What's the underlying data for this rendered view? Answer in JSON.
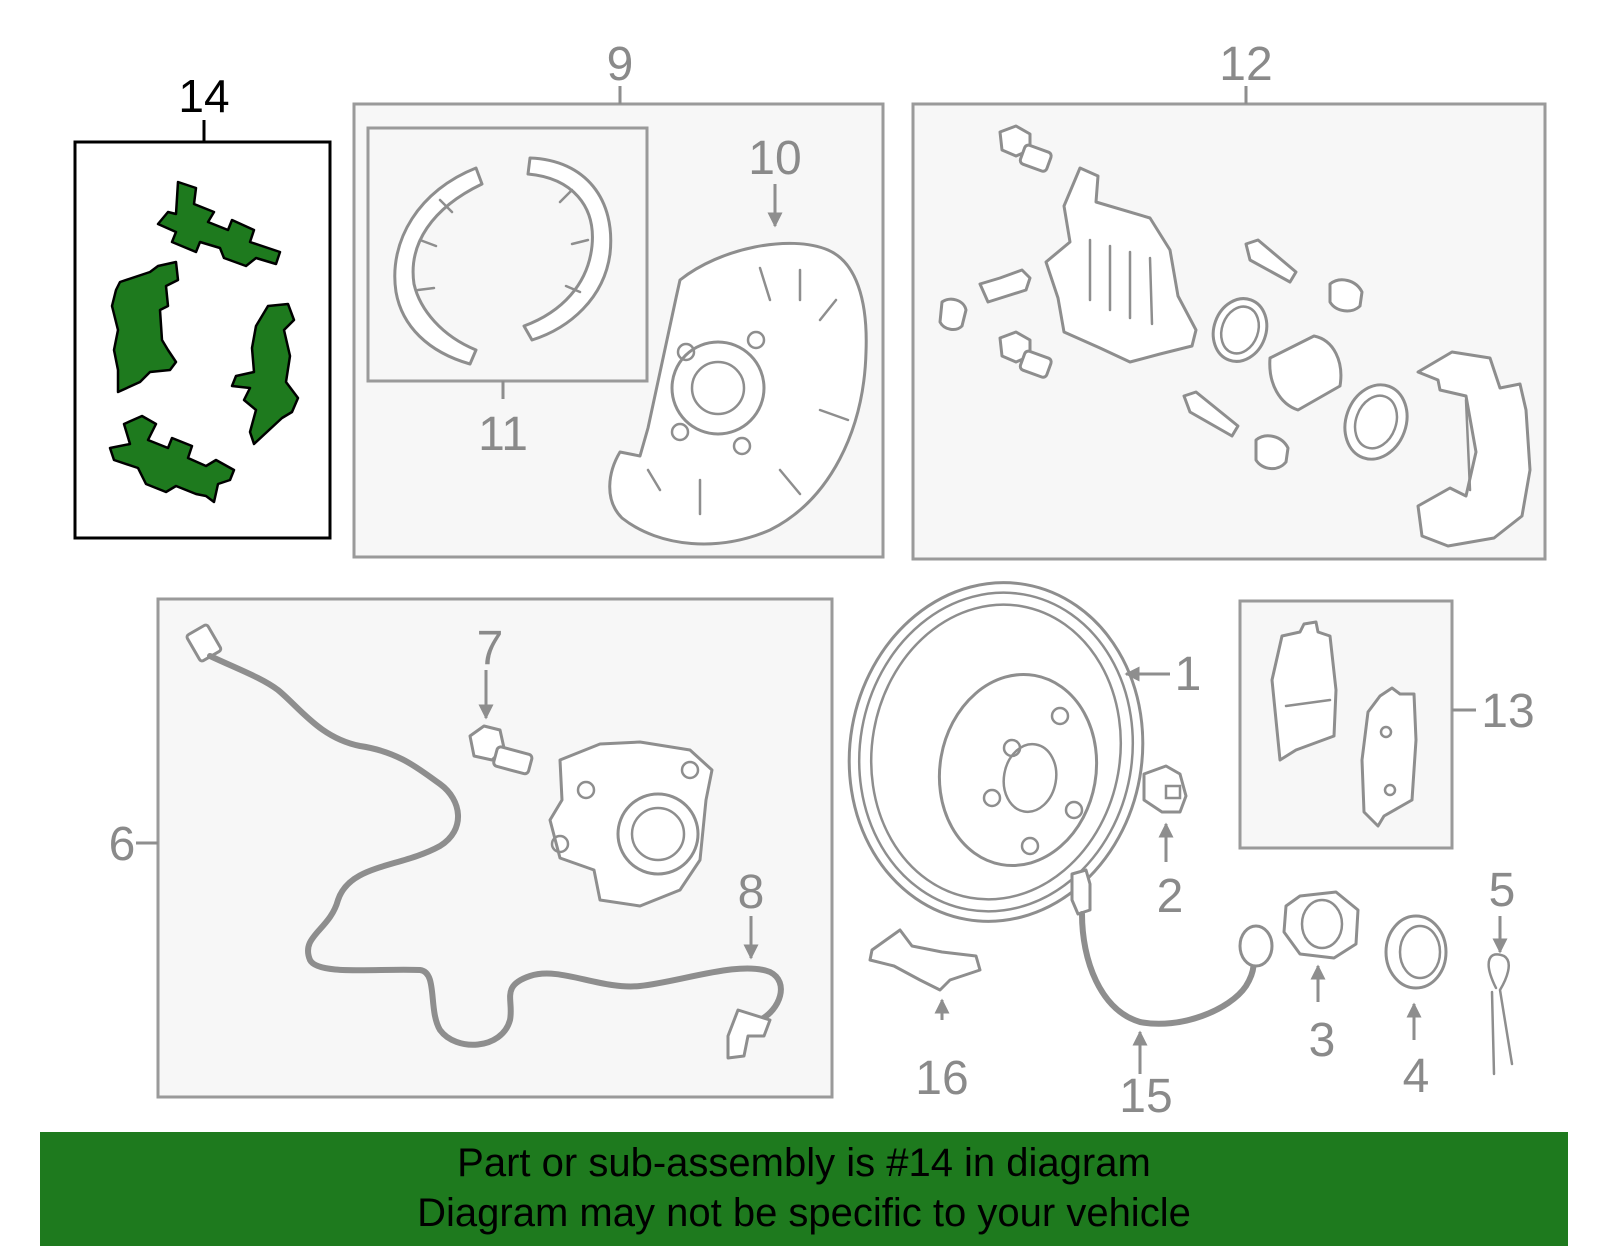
{
  "callouts": {
    "c1": "1",
    "c2": "2",
    "c3": "3",
    "c4": "4",
    "c5": "5",
    "c6": "6",
    "c7": "7",
    "c8": "8",
    "c9": "9",
    "c10": "10",
    "c11": "11",
    "c12": "12",
    "c13": "13",
    "c14": "14",
    "c15": "15",
    "c16": "16"
  },
  "highlight": {
    "part_number": "14",
    "color": "#1e7a1e"
  },
  "banner": {
    "line1": "Part or sub-assembly is #14 in diagram",
    "line2": "Diagram may not be specific to your vehicle"
  }
}
